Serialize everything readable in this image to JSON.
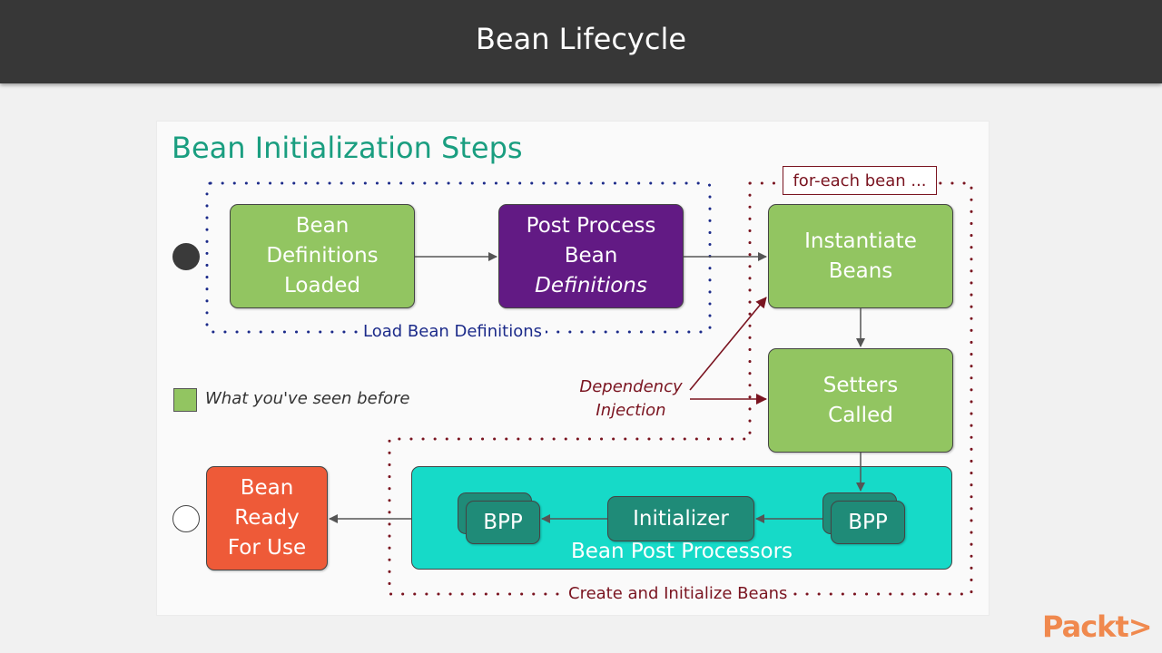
{
  "header": {
    "title": "Bean Lifecycle"
  },
  "diagram": {
    "title": "Bean Initialization Steps",
    "nodes": {
      "bean_definitions_loaded": [
        "Bean",
        "Definitions",
        "Loaded"
      ],
      "post_process": [
        "Post Process",
        "Bean",
        "Definitions"
      ],
      "instantiate": [
        "Instantiate",
        "Beans"
      ],
      "setters": [
        "Setters",
        "Called"
      ],
      "bpp_left": "BPP",
      "initializer": "Initializer",
      "bpp_right": "BPP",
      "bean_ready": [
        "Bean",
        "Ready",
        "For Use"
      ]
    },
    "groups": {
      "load_bean_definitions": "Load Bean Definitions",
      "create_and_initialize": "Create and Initialize Beans",
      "for_each_bean": "for-each bean ...",
      "bean_post_processors": "Bean Post Processors"
    },
    "annotations": {
      "dependency_injection": [
        "Dependency",
        "Injection"
      ]
    },
    "legend": {
      "label": "What you've seen before",
      "color": "#92c561"
    }
  },
  "colors": {
    "header_bg": "#373737",
    "title": "#1a9e80",
    "green": "#92c561",
    "purple": "#621a84",
    "teal": "#16dac8",
    "teal_dark": "#1f8b78",
    "red": "#ee5a38",
    "navy": "#1c2b8a",
    "maroon": "#7a1420"
  },
  "branding": {
    "logo": "Packt>"
  }
}
